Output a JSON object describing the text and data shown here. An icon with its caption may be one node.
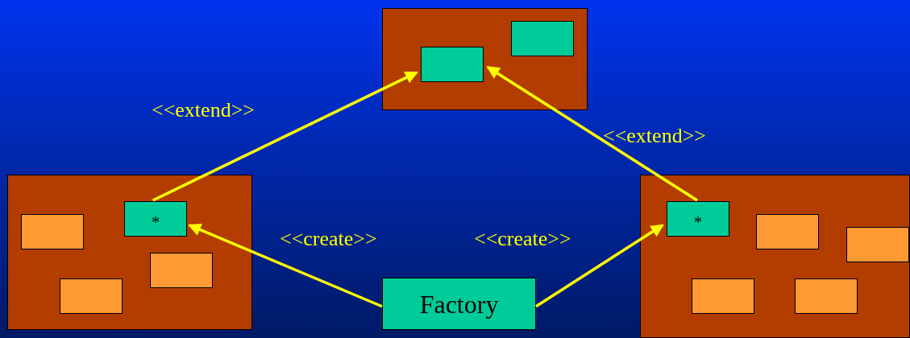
{
  "diagram": {
    "nodes": [
      {
        "text": [],
        "shape": "box"
      },
      {
        "text": [],
        "shape": "box",
        "in": 0
      },
      {
        "text": [],
        "shape": "box",
        "in": 0
      },
      {
        "text": [],
        "shape": "box"
      },
      {
        "text": [],
        "shape": "box",
        "in": 3
      },
      {
        "text": [
          "*"
        ],
        "in": 3
      },
      {
        "text": [],
        "shape": "box",
        "in": 3
      },
      {
        "text": [],
        "shape": "box",
        "in": 3
      },
      {
        "text": [
          "Factory"
        ]
      },
      {
        "text": [],
        "shape": "box"
      },
      {
        "text": [
          "*"
        ],
        "in": 9
      },
      {
        "text": [],
        "shape": "box",
        "in": 9
      },
      {
        "text": [],
        "shape": "box",
        "in": 9
      },
      {
        "text": [],
        "shape": "box",
        "in": 9
      },
      {
        "text": [],
        "shape": "box",
        "in": 9
      }
    ],
    "edges": [
      {
        "from": 5,
        "to": 1,
        "arrow": "to",
        "label": "<<extend>>"
      },
      {
        "from": 10,
        "to": 1,
        "arrow": "to",
        "label": "<<extend>>"
      },
      {
        "from": 8,
        "to": 5,
        "arrow": "to",
        "label": "<<create>>"
      },
      {
        "from": 8,
        "to": 10,
        "arrow": "to",
        "label": "<<create>>"
      }
    ]
  }
}
